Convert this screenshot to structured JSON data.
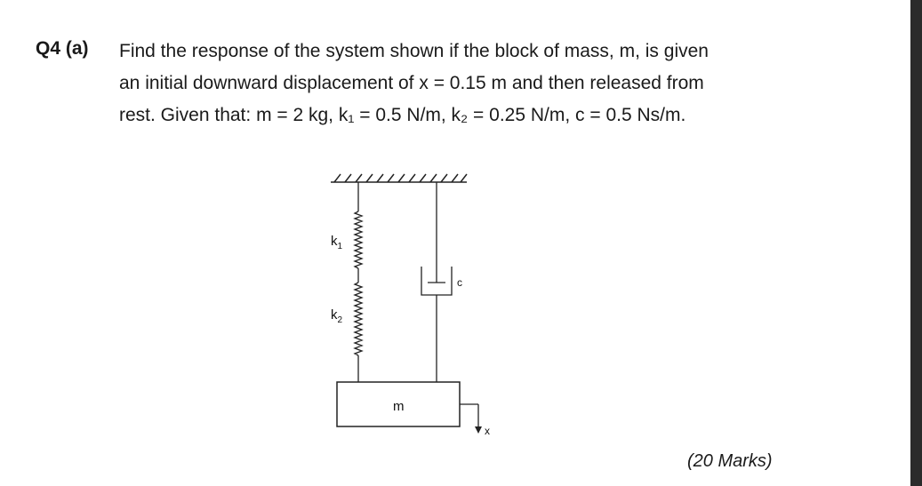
{
  "question": {
    "number": "Q4 (a)",
    "lines": [
      "Find the response of the system shown if the block of mass, m, is given",
      "an initial downward displacement of x = 0.15 m and then released from",
      "rest. Given that: m = 2 kg, k₁ = 0.5 N/m, k₂ = 0.25 N/m, c = 0.5 Ns/m."
    ],
    "marks": "(20 Marks)"
  },
  "diagram": {
    "k1_label": "k",
    "k1_sub": "1",
    "k2_label": "k",
    "k2_sub": "2",
    "damper_label": "c",
    "mass_label": "m",
    "displacement_label": "x"
  }
}
